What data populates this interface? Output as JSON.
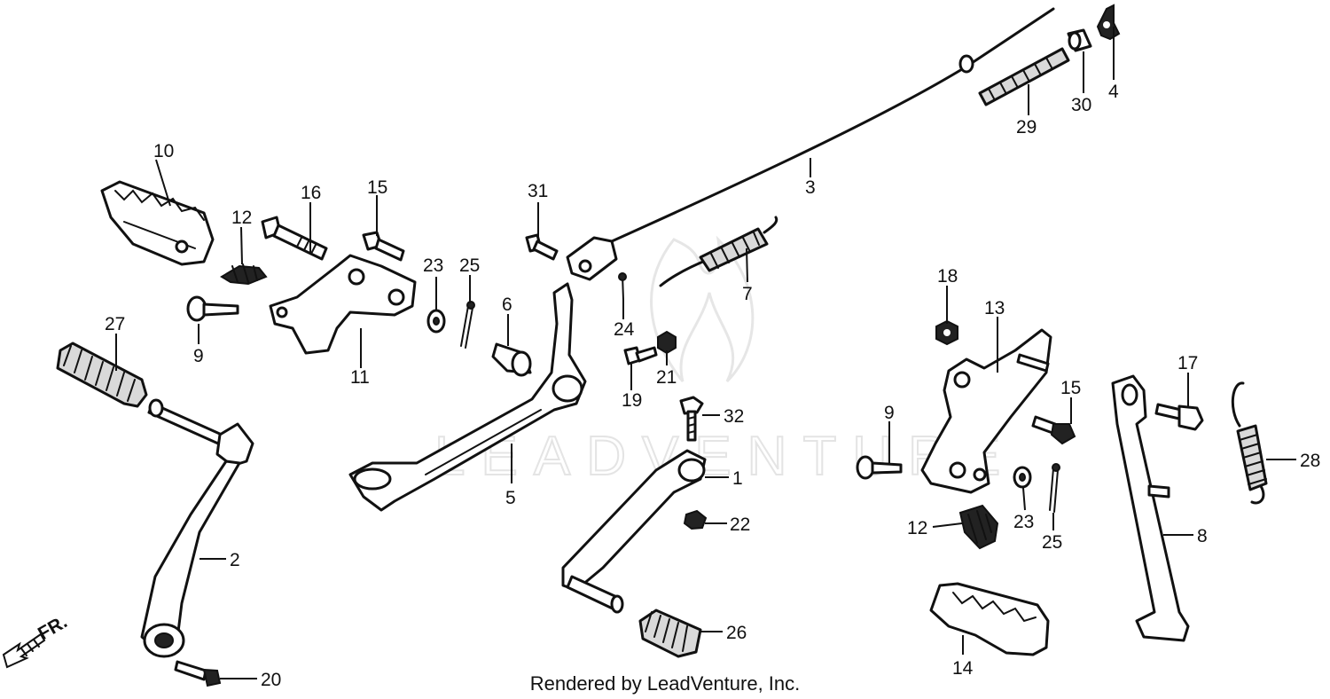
{
  "callouts": {
    "c1": "1",
    "c2": "2",
    "c3": "3",
    "c4": "4",
    "c5": "5",
    "c6": "6",
    "c7": "7",
    "c8": "8",
    "c9a": "9",
    "c9b": "9",
    "c10": "10",
    "c11": "11",
    "c12a": "12",
    "c12b": "12",
    "c13": "13",
    "c14": "14",
    "c15a": "15",
    "c15b": "15",
    "c16": "16",
    "c17": "17",
    "c18": "18",
    "c19": "19",
    "c20": "20",
    "c21": "21",
    "c22": "22",
    "c23a": "23",
    "c23b": "23",
    "c24": "24",
    "c25a": "25",
    "c25b": "25",
    "c26": "26",
    "c27": "27",
    "c28": "28",
    "c29": "29",
    "c30": "30",
    "c31": "31",
    "c32": "32"
  },
  "direction_label": "FR.",
  "watermark": "LEADVENTURE",
  "footer_text": "Rendered by LeadVenture, Inc."
}
